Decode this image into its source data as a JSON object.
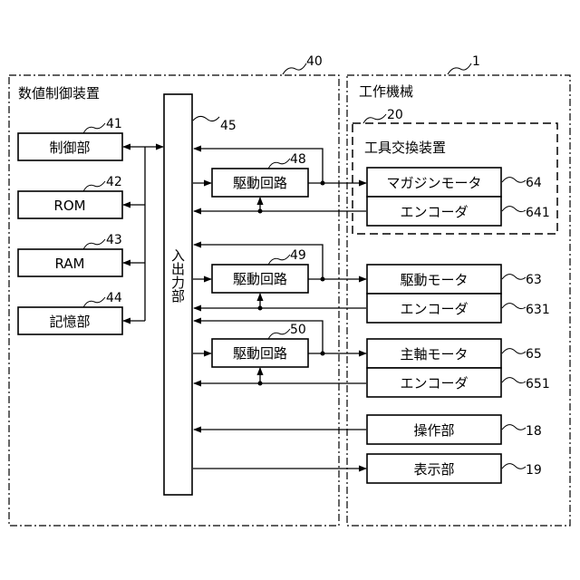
{
  "numerical_controller": {
    "title": "数値制御装置",
    "ref": "40"
  },
  "machine_tool": {
    "title": "工作機械",
    "ref": "1"
  },
  "tool_changer": {
    "title": "工具交換装置",
    "ref": "20"
  },
  "io_unit": {
    "label": "入出力部",
    "ref": "45"
  },
  "left_units": [
    {
      "label": "制御部",
      "ref": "41"
    },
    {
      "label": "ROM",
      "ref": "42"
    },
    {
      "label": "RAM",
      "ref": "43"
    },
    {
      "label": "記憶部",
      "ref": "44"
    }
  ],
  "drive_circuits": [
    {
      "label": "駆動回路",
      "ref": "48"
    },
    {
      "label": "駆動回路",
      "ref": "49"
    },
    {
      "label": "駆動回路",
      "ref": "50"
    }
  ],
  "motors": [
    {
      "label": "マガジンモータ",
      "ref": "64"
    },
    {
      "label": "駆動モータ",
      "ref": "63"
    },
    {
      "label": "主軸モータ",
      "ref": "65"
    }
  ],
  "encoders": [
    {
      "label": "エンコーダ",
      "ref": "641"
    },
    {
      "label": "エンコーダ",
      "ref": "631"
    },
    {
      "label": "エンコーダ",
      "ref": "651"
    }
  ],
  "operation_unit": {
    "label": "操作部",
    "ref": "18"
  },
  "display_unit": {
    "label": "表示部",
    "ref": "19"
  }
}
